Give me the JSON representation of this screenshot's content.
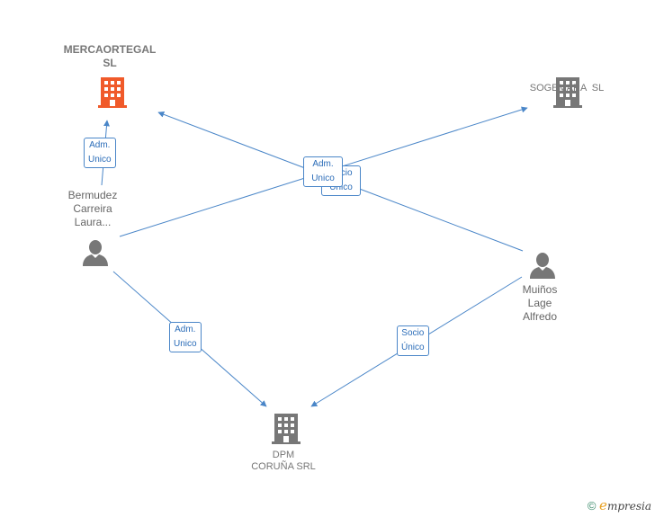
{
  "nodes": {
    "mercaortegal": {
      "line1": "MERCAORTEGAL",
      "line2": "SL",
      "icon": "building-icon",
      "color": "#f05a2a"
    },
    "sogemara": {
      "line1": "SOGEMARA  SL",
      "icon": "building-icon",
      "color": "#777777"
    },
    "dpm": {
      "line1": "DPM",
      "line2": "CORUÑA SRL",
      "icon": "building-icon",
      "color": "#777777"
    },
    "bermudez": {
      "line1": "Bermudez",
      "line2": "Carreira",
      "line3": "Laura...",
      "icon": "person-icon",
      "color": "#777777"
    },
    "muinos": {
      "line1": "Muiños",
      "line2": "Lage",
      "line3": "Alfredo",
      "icon": "person-icon",
      "color": "#777777"
    }
  },
  "edges": {
    "bermudez_mercaortegal": {
      "line1": "Adm.",
      "line2": "Unico"
    },
    "bermudez_dpm": {
      "line1": "Adm.",
      "line2": "Unico"
    },
    "muinos_dpm": {
      "line1": "Socio",
      "line2": "Único"
    },
    "cross_socio": {
      "line1": "Socio",
      "line2": "Único"
    },
    "cross_adm": {
      "line1": "Adm.",
      "line2": "Unico"
    }
  },
  "colors": {
    "edge": "#4a86c8"
  },
  "footer": {
    "symbol": "©",
    "brand_first": "e",
    "brand_rest": "mpresia"
  }
}
